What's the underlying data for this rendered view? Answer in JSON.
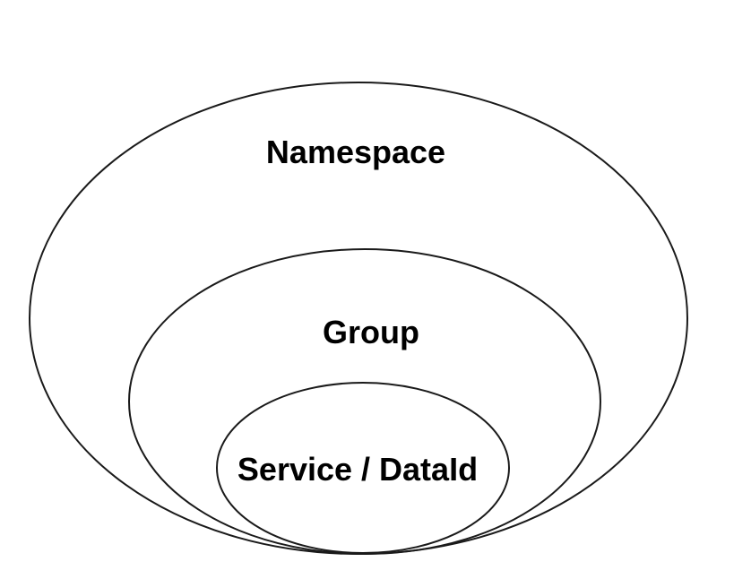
{
  "diagram": {
    "type": "nested-ellipses",
    "labels": {
      "outer": "Namespace",
      "middle": "Group",
      "inner": "Service / DataId"
    },
    "colors": {
      "stroke": "#1a1a1a",
      "text": "#000000",
      "background": "#ffffff"
    }
  }
}
